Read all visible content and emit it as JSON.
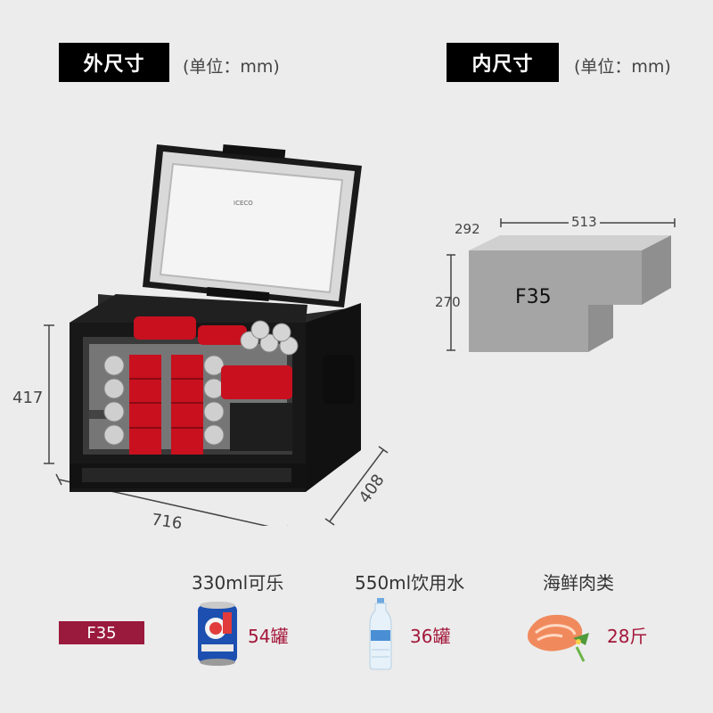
{
  "outer": {
    "title": "外尺寸",
    "unit": "(单位：mm)",
    "height": "417",
    "width": "716",
    "depth": "408"
  },
  "inner": {
    "title": "内尺寸",
    "unit": "(单位：mm)",
    "depth": "292",
    "width": "513",
    "height": "270",
    "model": "F35"
  },
  "cooler": {
    "lid_logo": "ICECO"
  },
  "capacity": {
    "model_label": "F35",
    "items": [
      {
        "title": "330ml可乐",
        "count": "54罐",
        "icon": "soda-can-icon"
      },
      {
        "title": "550ml饮用水",
        "count": "36罐",
        "icon": "water-bottle-icon"
      },
      {
        "title": "海鲜肉类",
        "count": "28斤",
        "icon": "salmon-steak-icon"
      }
    ]
  },
  "colors": {
    "accent": "#9a1a3d",
    "tag_bg": "#000000",
    "can_red": "#c8101f"
  }
}
